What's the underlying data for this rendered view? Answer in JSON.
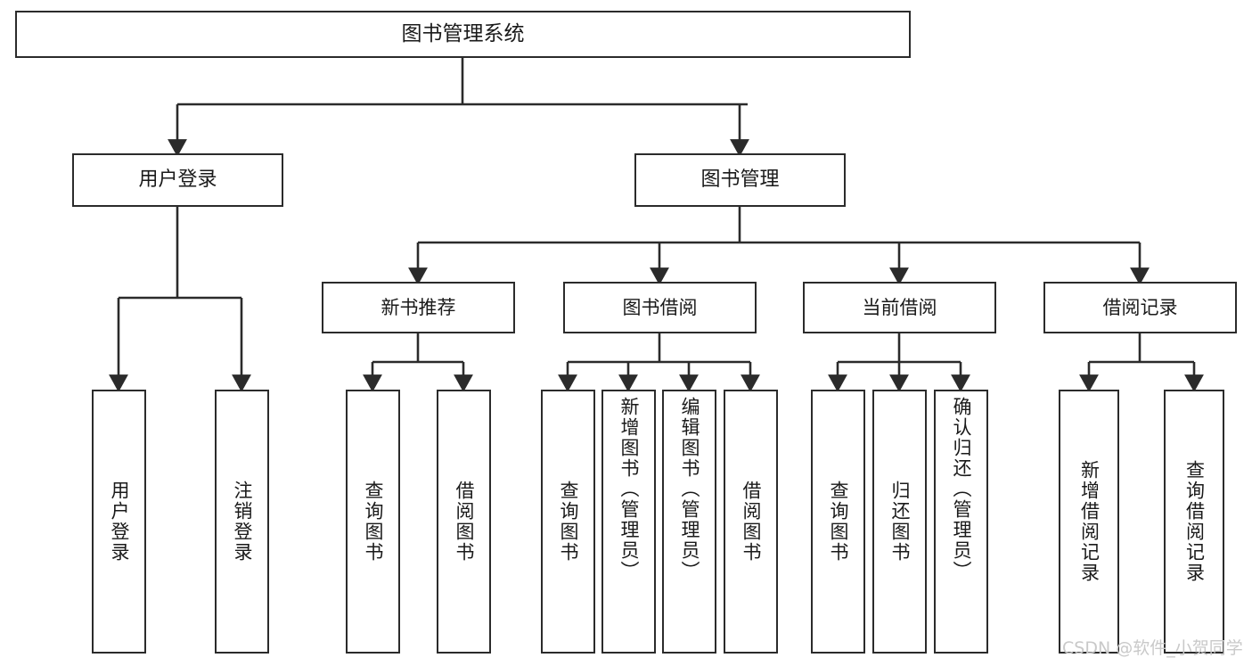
{
  "diagram": {
    "title": "图书管理系统",
    "orientation": "top-down-tree",
    "watermark": "CSDN @软件_小贺同学",
    "colors": {
      "background": "#ffffff",
      "node_border": "#2b2b2b",
      "node_fill": "#ffffff",
      "edge": "#2b2b2b",
      "text": "#1a1a1a",
      "watermark": "#c9c9c9"
    },
    "root": {
      "label": "图书管理系统"
    },
    "level2": [
      {
        "label": "用户登录"
      },
      {
        "label": "图书管理"
      }
    ],
    "level3": [
      {
        "label": "新书推荐"
      },
      {
        "label": "图书借阅"
      },
      {
        "label": "当前借阅"
      },
      {
        "label": "借阅记录"
      }
    ],
    "leaves": {
      "user_login": [
        {
          "label": "用户登录"
        },
        {
          "label": "注销登录"
        }
      ],
      "new_book_recommend": [
        {
          "label": "查询图书"
        },
        {
          "label": "借阅图书"
        }
      ],
      "book_borrow": [
        {
          "label": "查询图书"
        },
        {
          "label": "新增图书（管理员）"
        },
        {
          "label": "编辑图书（管理员）"
        },
        {
          "label": "借阅图书"
        }
      ],
      "current_borrow": [
        {
          "label": "查询图书"
        },
        {
          "label": "归还图书"
        },
        {
          "label": "确认归还（管理员）"
        }
      ],
      "borrow_record": [
        {
          "label": "新增借阅记录"
        },
        {
          "label": "查询借阅记录"
        }
      ]
    }
  }
}
